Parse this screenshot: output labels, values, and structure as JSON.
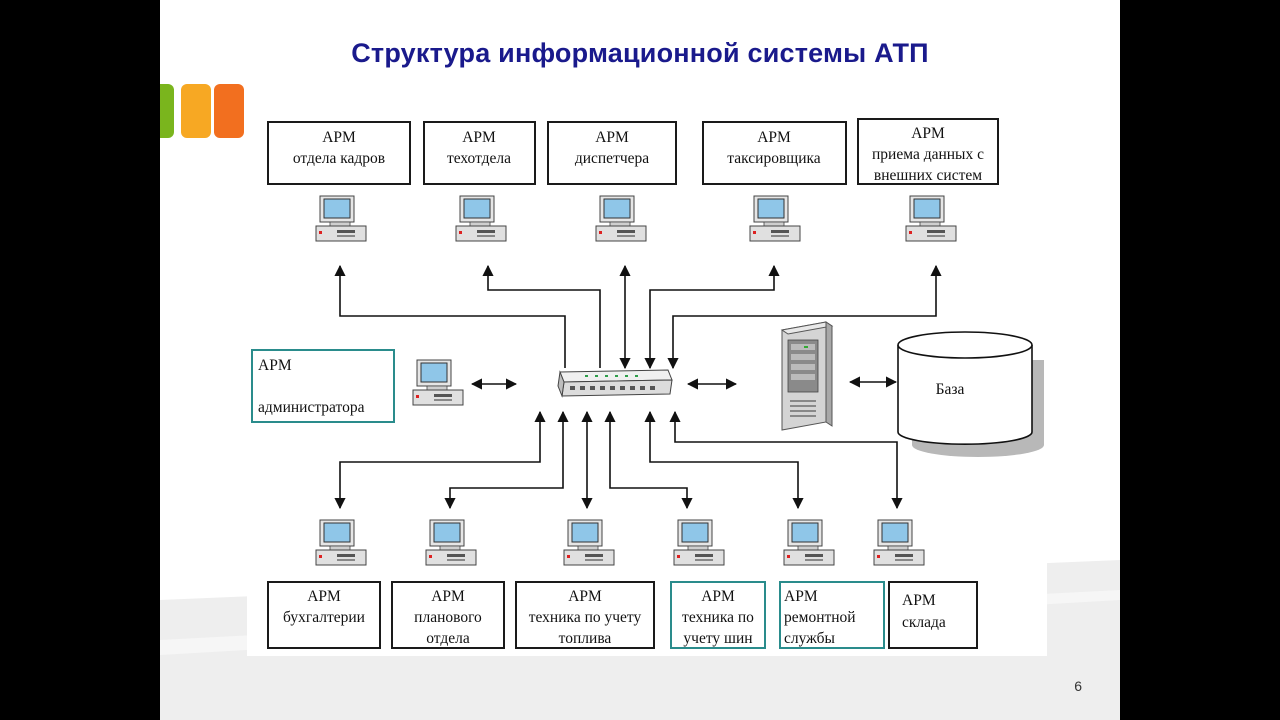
{
  "slide": {
    "title": "Структура  информационной системы АТП",
    "page_number": "6",
    "colors": {
      "title": "#1a1a8c",
      "deco_green": "#7ab51d",
      "deco_yellow": "#f7a823",
      "deco_orange": "#f26f1f",
      "teal_border": "#2a8c8c"
    }
  },
  "diagram": {
    "top_workstations": [
      {
        "line1": "АРМ",
        "line2": "отдела кадров",
        "line3": ""
      },
      {
        "line1": "АРМ",
        "line2": "техотдела",
        "line3": ""
      },
      {
        "line1": "АРМ",
        "line2": "диспетчера",
        "line3": ""
      },
      {
        "line1": "АРМ",
        "line2": "таксировщика",
        "line3": ""
      },
      {
        "line1": "АРМ",
        "line2": "приема данных с",
        "line3": "внешних систем"
      }
    ],
    "admin": {
      "line1": "АРМ",
      "line2": "администратора"
    },
    "database": {
      "label": "База"
    },
    "bottom_workstations": [
      {
        "line1": "АРМ",
        "line2": "бухгалтерии",
        "line3": ""
      },
      {
        "line1": "АРМ",
        "line2": "планового",
        "line3": "отдела"
      },
      {
        "line1": "АРМ",
        "line2": "техника по учету",
        "line3": "топлива"
      },
      {
        "line1": "АРМ",
        "line2": "техника по",
        "line3": "учету шин"
      },
      {
        "line1": "АРМ",
        "line2": "ремонтной",
        "line3": "службы"
      },
      {
        "line1": "АРМ",
        "line2": "склада",
        "line3": ""
      }
    ],
    "icons": {
      "workstation": "computer-icon",
      "hub": "network-switch-icon",
      "server": "server-icon",
      "database": "database-icon"
    }
  }
}
